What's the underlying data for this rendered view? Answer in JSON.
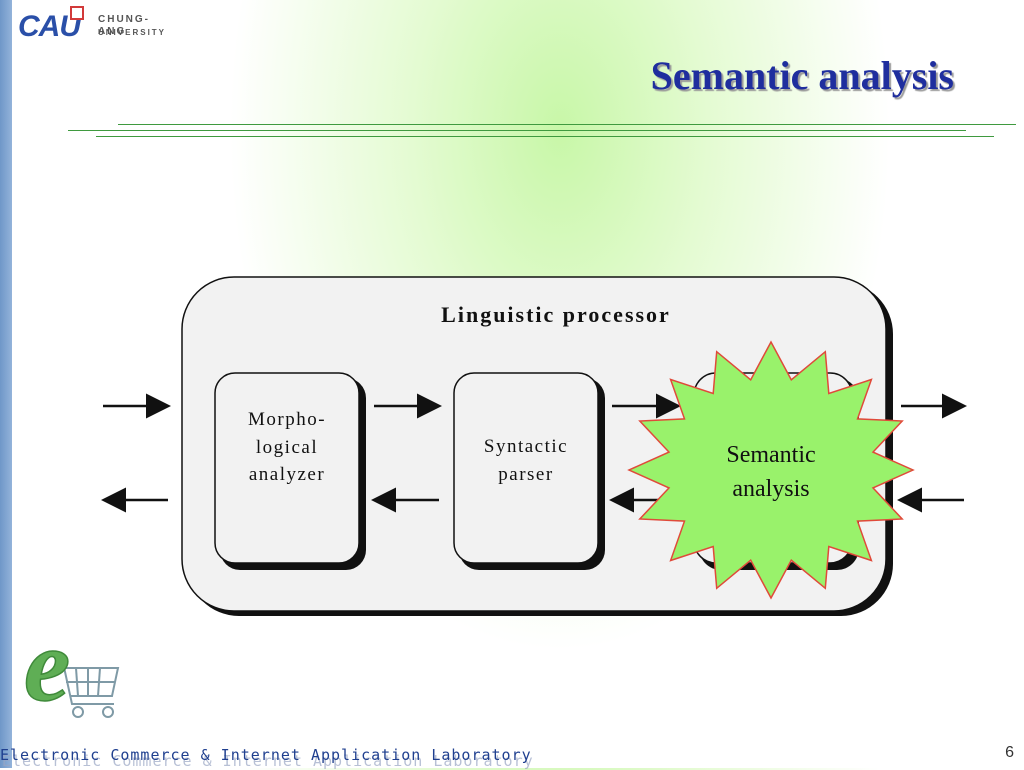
{
  "branding": {
    "logo_text": "CAU",
    "university_name": "CHUNG-ANG",
    "university_sub": "UNIVERSITY"
  },
  "slide": {
    "title": "Semantic analysis",
    "page_number": "6"
  },
  "diagram": {
    "container_title": "Linguistic processor",
    "modules": [
      {
        "lines": [
          "Morpho-",
          "logical",
          "analyzer"
        ]
      },
      {
        "lines": [
          "Syntactic",
          "parser"
        ]
      }
    ],
    "highlight": {
      "lines": [
        "Semantic",
        "analysis"
      ]
    }
  },
  "footer": {
    "lab_name": "Electronic Commerce & Internet Application Laboratory"
  },
  "colors": {
    "title": "#1f2e9e",
    "starburst_fill": "#99f26b",
    "starburst_stroke": "#e04a3a",
    "side_bar": "#7a9fcd"
  }
}
